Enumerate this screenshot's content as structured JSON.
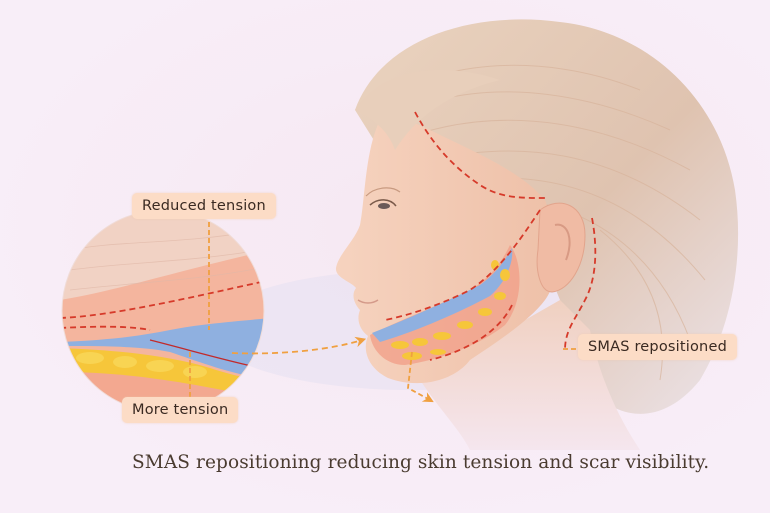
{
  "figure": {
    "title": "SMAS facelift illustration",
    "caption": "SMAS repositioning reducing skin tension and scar visibility.",
    "labels": {
      "reduced_tension": "Reduced tension",
      "more_tension": "More tension",
      "smas_repositioned": "SMAS repositioned"
    },
    "colors": {
      "background": "#f8eef8",
      "label_fill": "#fcdcc6",
      "incision_line": "#d63a2a",
      "leader_line": "#f0a040",
      "smas_layer": "#8fb0e0",
      "fat_layer": "#f6c63a",
      "skin": "#f3c9b2",
      "hair": "#e8cdb8"
    },
    "icons": {
      "arrow_to_face": "dashed-arrow-right",
      "arrow_down": "dashed-arrow-down-right"
    }
  }
}
